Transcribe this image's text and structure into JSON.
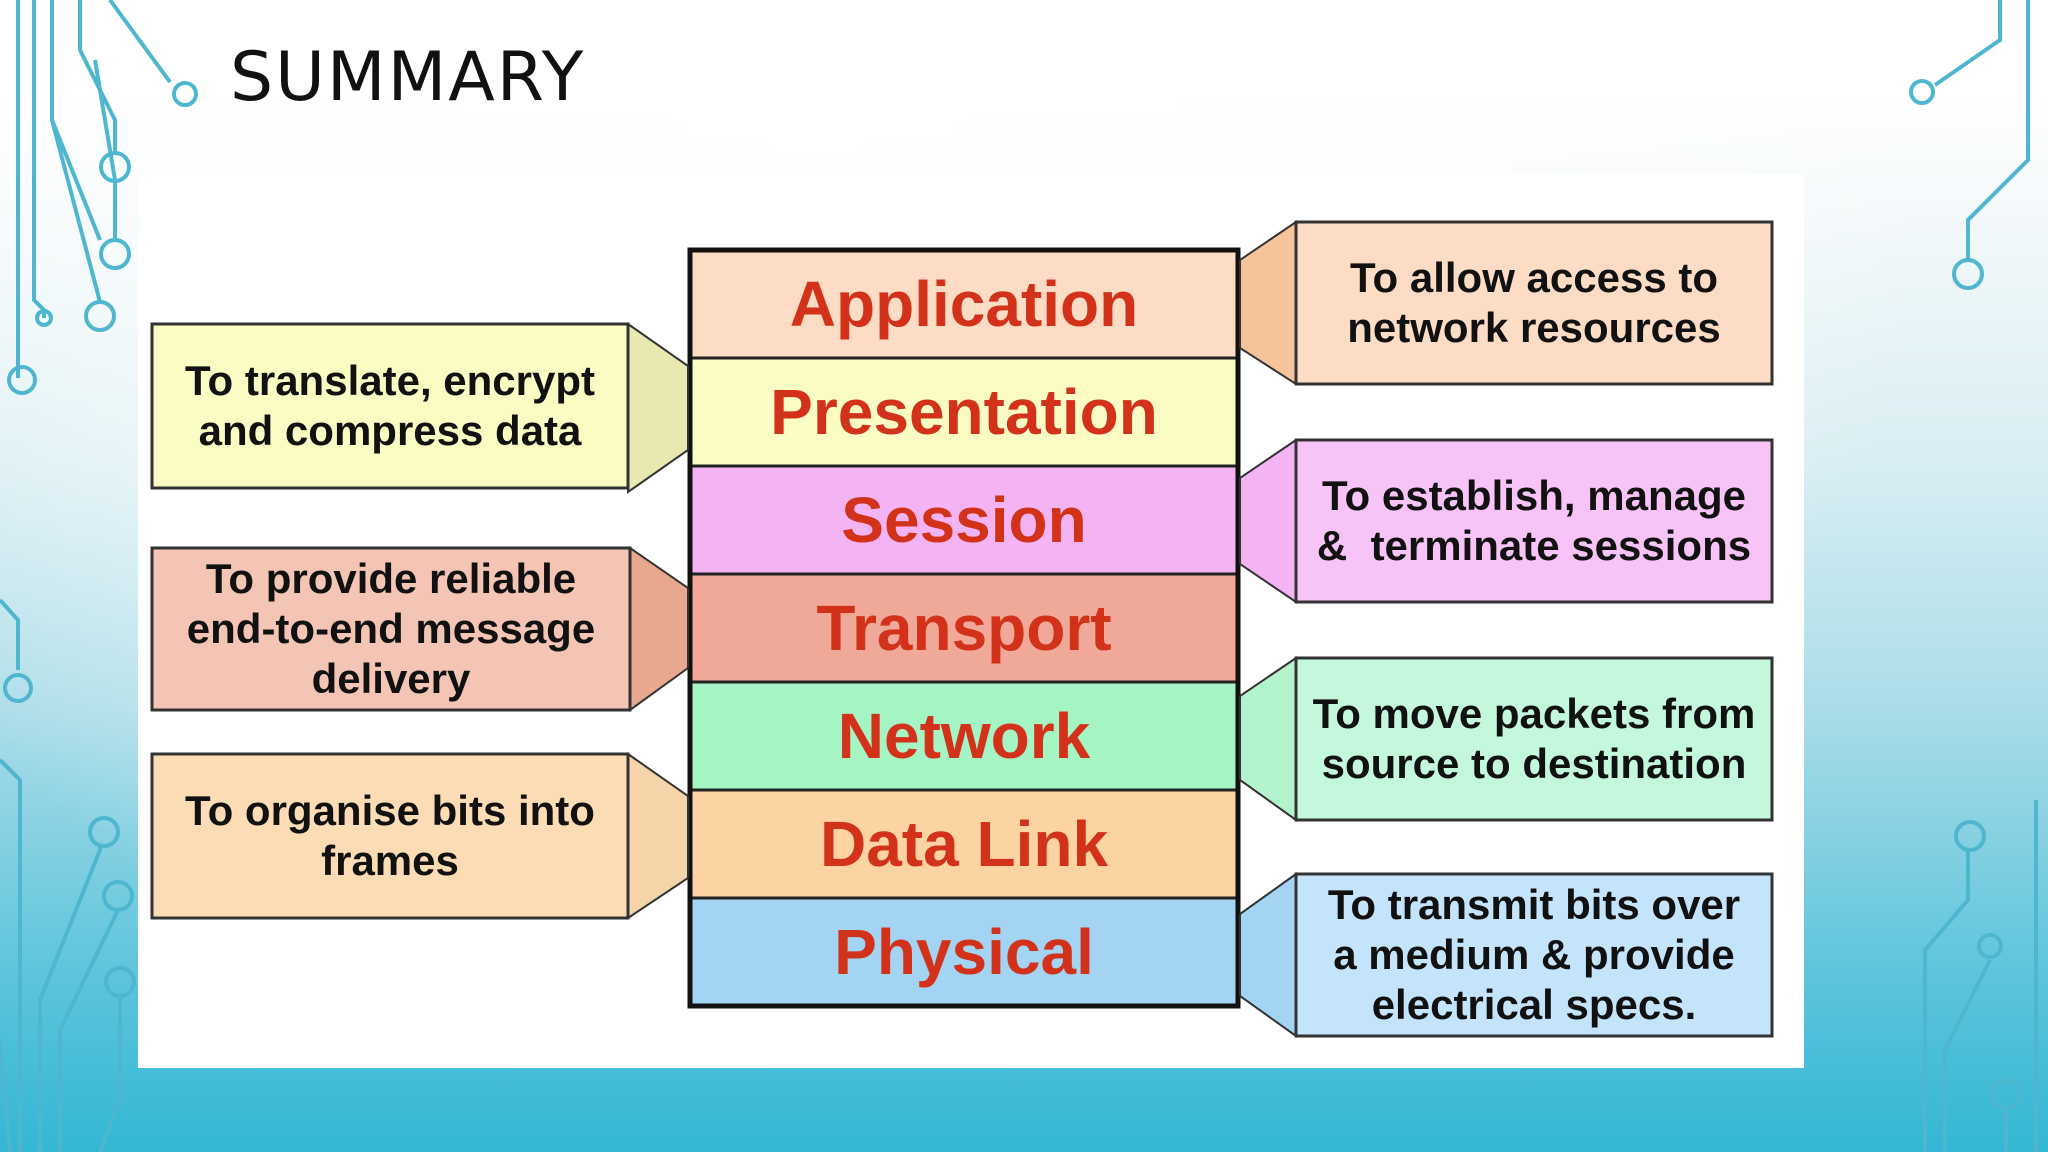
{
  "slide": {
    "title": "SUMMARY"
  },
  "osi": {
    "layers": [
      {
        "name": "Application",
        "color": "#fcdcc4"
      },
      {
        "name": "Presentation",
        "color": "#fafcc4"
      },
      {
        "name": "Session",
        "color": "#f4b4f4"
      },
      {
        "name": "Transport",
        "color": "#f0a898"
      },
      {
        "name": "Network",
        "color": "#a4f4c4"
      },
      {
        "name": "Data Link",
        "color": "#fcd4a4"
      },
      {
        "name": "Physical",
        "color": "#a4d4f4"
      }
    ],
    "left_notes": [
      {
        "lines": [
          "To translate, encrypt",
          "and compress data"
        ],
        "color": "#fafcc4"
      },
      {
        "lines": [
          "To provide reliable",
          "end-to-end message",
          "delivery"
        ],
        "color": "#f4c4b4"
      },
      {
        "lines": [
          "To organise bits into",
          "frames"
        ],
        "color": "#fcdcb4"
      }
    ],
    "right_notes": [
      {
        "lines": [
          "To allow access to",
          "network resources"
        ],
        "color": "#fcdcc4"
      },
      {
        "lines": [
          "To establish, manage",
          "&  terminate sessions"
        ],
        "color": "#f8c4f8"
      },
      {
        "lines": [
          "To move packets from",
          "source to destination"
        ],
        "color": "#c4f8dc"
      },
      {
        "lines": [
          "To transmit bits over",
          "a medium & provide",
          "electrical specs."
        ],
        "color": "#c4e4fc"
      }
    ],
    "accent_text_color": "#d2321a"
  }
}
